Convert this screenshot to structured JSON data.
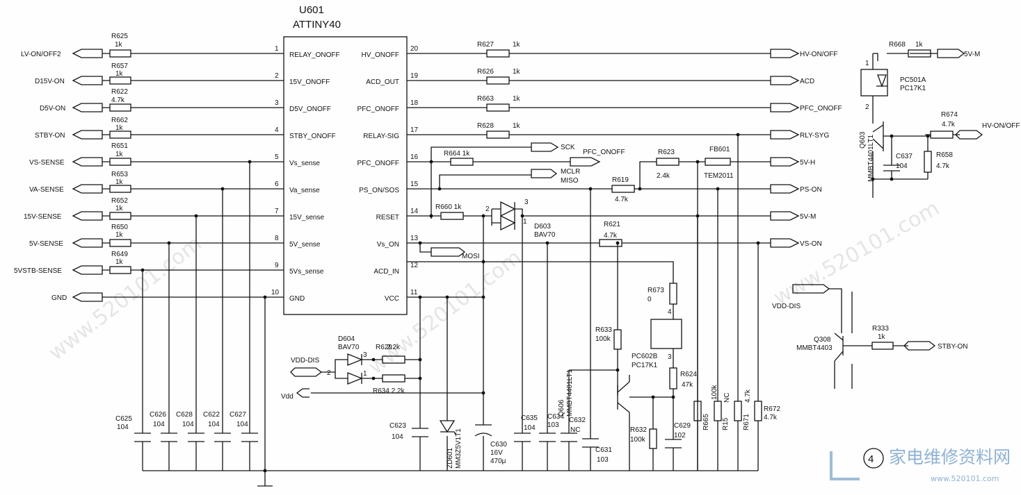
{
  "watermark": {
    "tiled_text": "www.520101.com"
  },
  "ic": {
    "ref": "U601",
    "part": "ATTINY40",
    "left_pins": [
      {
        "num": "1",
        "name": "RELAY_ONOFF"
      },
      {
        "num": "2",
        "name": "15V_ONOFF"
      },
      {
        "num": "3",
        "name": "D5V_ONOFF"
      },
      {
        "num": "4",
        "name": "STBY_ONOFF"
      },
      {
        "num": "5",
        "name": "Vs_sense"
      },
      {
        "num": "6",
        "name": "Va_sense"
      },
      {
        "num": "7",
        "name": "15V_sense"
      },
      {
        "num": "8",
        "name": "5V_sense"
      },
      {
        "num": "9",
        "name": "5Vs_sense"
      },
      {
        "num": "10",
        "name": "GND"
      }
    ],
    "right_pins": [
      {
        "num": "20",
        "name": "HV_ONOFF"
      },
      {
        "num": "19",
        "name": "ACD_OUT"
      },
      {
        "num": "18",
        "name": "PFC_ONOFF"
      },
      {
        "num": "17",
        "name": "RELAY-SIG"
      },
      {
        "num": "16",
        "name": "PFC_ONOFF"
      },
      {
        "num": "15",
        "name": "PS_ON/SOS"
      },
      {
        "num": "14",
        "name": "RESET"
      },
      {
        "num": "13",
        "name": "Vs_ON"
      },
      {
        "num": "12",
        "name": "ACD_IN"
      },
      {
        "num": "11",
        "name": "VCC"
      }
    ]
  },
  "left_nets": [
    {
      "net": "LV-ON/OFF2",
      "res": "R625",
      "val": "1k"
    },
    {
      "net": "D15V-ON",
      "res": "R657",
      "val": "1k"
    },
    {
      "net": "D5V-ON",
      "res": "R622",
      "val": "4.7k"
    },
    {
      "net": "STBY-ON",
      "res": "R662",
      "val": "1k"
    },
    {
      "net": "VS-SENSE",
      "res": "R651",
      "val": "1k"
    },
    {
      "net": "VA-SENSE",
      "res": "R653",
      "val": "1k"
    },
    {
      "net": "15V-SENSE",
      "res": "R652",
      "val": "1k"
    },
    {
      "net": "5V-SENSE",
      "res": "R650",
      "val": "1k"
    },
    {
      "net": "5VSTB-SENSE",
      "res": "R649",
      "val": "1k"
    },
    {
      "net": "GND"
    }
  ],
  "caps_left": [
    {
      "ref": "C625",
      "val": "104"
    },
    {
      "ref": "C626",
      "val": "104"
    },
    {
      "ref": "C628",
      "val": "104"
    },
    {
      "ref": "C622",
      "val": "104"
    },
    {
      "ref": "C627",
      "val": "104"
    }
  ],
  "right_nets": [
    {
      "net": "HV-ON/OFF",
      "res": "R627",
      "val": "1k"
    },
    {
      "net": "ACD",
      "res": "R626",
      "val": "1k"
    },
    {
      "net": "PFC_ONOFF",
      "res": "R663",
      "val": "1k"
    },
    {
      "net": "RLY-SYG",
      "res": "R628",
      "val": "1k"
    },
    {
      "net": "5V-H"
    },
    {
      "net": "PS-ON"
    },
    {
      "net": "5V-M"
    },
    {
      "net": "VS-ON"
    }
  ],
  "misc": {
    "r664": "R664 1k",
    "sck": "SCK",
    "pfc_onoff": "PFC_ONOFF",
    "mclr": "MCLR",
    "miso": "MISO",
    "mosi": "MOSI",
    "r619": "R619",
    "r619_val": "4.7k",
    "r623": "R623",
    "r623_val": "2.4k",
    "fb601": "FB601",
    "fb601_val": "TEM2011",
    "r660": "R660 1k",
    "d603": "D603",
    "d603_val": "BAV70",
    "d603_pin1": "1",
    "d603_pin2": "2",
    "d603_pin3": "3",
    "r621": "R621",
    "r621_val": "4.7k",
    "r629": "R629",
    "r629_val": "2.2k",
    "r634": "R634 2.2k",
    "d604": "D604",
    "d604_val": "BAV70",
    "d604_pin1": "1",
    "d604_pin2": "2",
    "d604_pin3": "3",
    "vdd_dis_left": "VDD-DIS",
    "vdd": "Vdd",
    "c623": "C623",
    "c623_val": "104",
    "c630": "C630",
    "c630_v": "16V",
    "c630_val": "470μ",
    "zd601": "ZD601",
    "zd601_val": "MM3Z5V1T1",
    "c635": "C635",
    "c635_val": "104",
    "c634": "C634",
    "c634_val": "103",
    "c632": "C632",
    "c632_val": "NC",
    "c631": "C631",
    "c631_val": "103",
    "r633": "R633",
    "r633_val": "100k",
    "r673": "R673",
    "r673_val": "0",
    "pc602": "PC602B",
    "pc602_val": "PC17K1",
    "pc602_pin3": "3",
    "pc602_pin4": "4",
    "r624": "R624",
    "r624_val": "47k",
    "q606": "Q606",
    "q606_val": "MMBT4401LT1",
    "r632": "R632",
    "r632_val": "100k",
    "c629": "C629",
    "c629_val": "102",
    "r665": "R665",
    "r665_val": "100k",
    "r15": "R15",
    "r15_val": "NC",
    "r671": "R671",
    "r671_val": "4.7k",
    "r672": "R672",
    "r672_val": "4.7k",
    "r668": "R668",
    "r668_val": "1k",
    "net_5v_m_top": "5V-M",
    "pc501a": "PC501A",
    "pc501a_val": "PC17K1",
    "pc501a_pin1": "1",
    "pc501a_pin2": "2",
    "r674": "R674",
    "r674_val": "4.7k",
    "hv_onoff_right": "HV-ON/OFF",
    "q603": "Q603",
    "q603_val": "MMBT4401LT1",
    "c637": "C637",
    "c637_val": "104",
    "r658": "R658",
    "r658_val": "4.7k",
    "vdd_dis_right": "VDD-DIS",
    "q308": "Q308",
    "q308_val": "MMBT4403",
    "r333": "R333",
    "r333_val": "1k",
    "stby_on": "STBY-ON",
    "page_num": "4",
    "logo_cn": "家电维修资料网",
    "logo_url": "www.520101.com"
  }
}
